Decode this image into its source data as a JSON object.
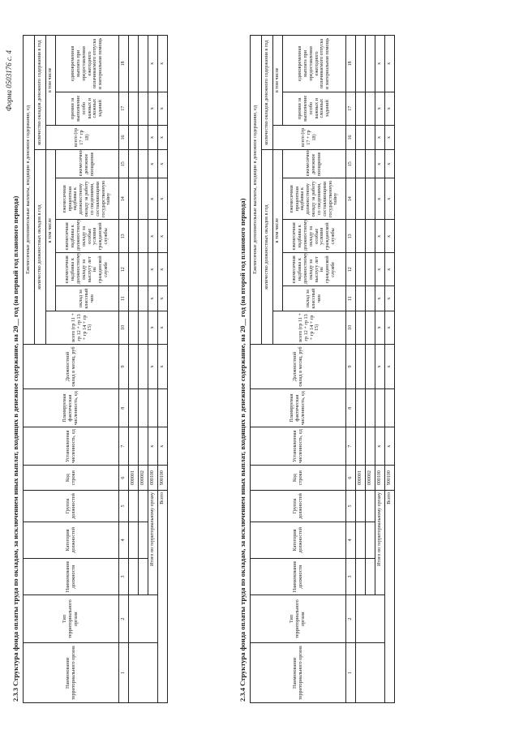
{
  "page_label": "Форма 0503176 с. 4",
  "sections": [
    {
      "title": "2.3.3 Структура фонда оплаты труда по окладам, за исключением иных выплат, входящих в денежное содержание, на 20__ год (на первый год планового периода)",
      "headers": {
        "col1": "Наименование территориального органа",
        "col2": "Тип территориального органа",
        "col3": "Наименование должности",
        "col4": "Категория должностей",
        "col5": "Группа должностей",
        "col6": "Код строки",
        "col7": "Установленная численность, ед",
        "col8": "Планируемая фактическая численность, ед",
        "col9": "Должностной оклад в месяц, руб",
        "group_all": "Ежемесячные дополнительные выплаты, входящие в денежное содержание, ед",
        "group_salary": "количество должностных окладов в год",
        "group_salary_incl": "в том числе",
        "col10": "всего (гр 11 + гр 12 + гр 13 + гр 14 + гр 15)",
        "col11": "оклад за классный чин",
        "col12": "ежемесячная надбавка к должностному окладу за выслугу лет на гражданской службе",
        "col13": "ежемесячная надбавка к должностному окладу за особые условия гражданской службы",
        "col14": "ежемесячная процентная надбавка к должностному окладу за работу со сведениями, составляющими государственную тайну",
        "col15": "ежемесячное денежное поощрение",
        "group_bonus": "количество окладов денежного содержания в год",
        "group_bonus_incl": "в том числе",
        "col16": "всего (гр 17 + гр 18)",
        "col17": "премии за выполнение особо важных и сложных заданий",
        "col18": "единовременная выплата при предоставлении ежегодного оплачиваемого отпуска и материальная помощь"
      },
      "numbers": [
        "1",
        "2",
        "3",
        "4",
        "5",
        "6",
        "7",
        "8",
        "9",
        "10",
        "11",
        "12",
        "13",
        "14",
        "15",
        "16",
        "17",
        "18"
      ],
      "codes": [
        "000001",
        "000002",
        "000100",
        "900100"
      ],
      "subtotal_label": "Итого по территориальному органу",
      "total_label": "Всего",
      "x_mark": "x"
    },
    {
      "title": "2.3.4 Структура фонда оплаты труда по окладам, за исключением иных выплат, входящих в денежное содержание, на 20__ год (на второй год планового периода)",
      "headers": {
        "col1": "Наименование территориального органа",
        "col2": "Тип территориального органа",
        "col3": "Наименование должности",
        "col4": "Категория должностей",
        "col5": "Группа должностей",
        "col6": "Код строки",
        "col7": "Установленная численность, ед",
        "col8": "Планируемая фактическая численность, ед",
        "col9": "Должностной оклад в месяц, руб",
        "group_all": "Ежемесячные дополнительные выплаты, входящие в денежное содержание, ед",
        "group_salary": "количество должностных окладов в год",
        "group_salary_incl": "в том числе",
        "col10": "всего (гр 11 + гр 12 + гр 13 + гр 14 + гр 15)",
        "col11": "оклад за классный чин",
        "col12": "ежемесячная надбавка к должностному окладу за выслугу лет на гражданской службе",
        "col13": "ежемесячная надбавка к должностному окладу за особые условия гражданской службы",
        "col14": "ежемесячная процентная надбавка к должностному окладу за работу со сведениями, составляющими государственную тайну",
        "col15": "ежемесячное денежное поощрение",
        "group_bonus": "количество окладов денежного содержания в год",
        "group_bonus_incl": "в том числе",
        "col16": "всего (гр 17 + гр 18)",
        "col17": "премии за выполнение особо важных и сложных заданий",
        "col18": "единовременная выплата при предоставлении ежегодного оплачиваемого отпуска и материальная помощь"
      },
      "numbers": [
        "1",
        "2",
        "3",
        "4",
        "5",
        "6",
        "7",
        "8",
        "9",
        "10",
        "11",
        "12",
        "13",
        "14",
        "15",
        "16",
        "17",
        "18"
      ],
      "codes": [
        "000001",
        "000002",
        "000100",
        "900100"
      ],
      "subtotal_label": "Итого по территориальному органу",
      "total_label": "Всего",
      "x_mark": "x"
    }
  ]
}
